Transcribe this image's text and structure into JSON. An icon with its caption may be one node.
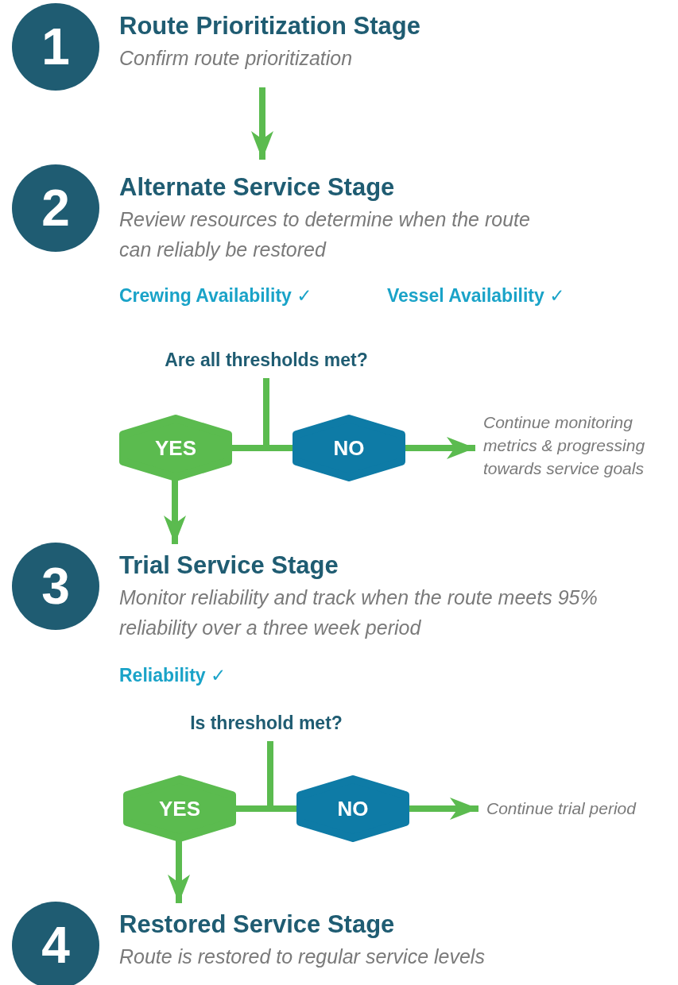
{
  "diagram": {
    "nodes": [
      {
        "text": [
          "1",
          "Route Prioritization Stage",
          "Confirm route prioritization"
        ]
      },
      {
        "text": [
          "2",
          "Alternate Service Stage",
          "Review resources to determine when the route can reliably be restored"
        ]
      },
      {
        "text": [
          "Are all thresholds met?"
        ]
      },
      {
        "text": [
          "YES"
        ]
      },
      {
        "text": [
          "NO"
        ]
      },
      {
        "text": [
          "Continue monitoring metrics & progressing towards service goals"
        ]
      },
      {
        "text": [
          "3",
          "Trial Service Stage",
          "Monitor reliability and track when the route meets 95% reliability over a three week period"
        ]
      },
      {
        "text": [
          "Is threshold met?"
        ]
      },
      {
        "text": [
          "YES"
        ]
      },
      {
        "text": [
          "NO"
        ]
      },
      {
        "text": [
          "Continue trial period"
        ]
      },
      {
        "text": [
          "4",
          "Restored Service Stage",
          "Route is restored to regular service levels"
        ]
      }
    ],
    "edges": [
      {
        "from": 0,
        "to": 1,
        "arrow": "to"
      },
      {
        "from": 2,
        "to": 3,
        "arrow": "none"
      },
      {
        "from": 2,
        "to": 4,
        "arrow": "none"
      },
      {
        "from": 4,
        "to": 5,
        "arrow": "to"
      },
      {
        "from": 3,
        "to": 6,
        "arrow": "to"
      },
      {
        "from": 7,
        "to": 8,
        "arrow": "none"
      },
      {
        "from": 7,
        "to": 9,
        "arrow": "none"
      },
      {
        "from": 9,
        "to": 10,
        "arrow": "to"
      },
      {
        "from": 8,
        "to": 11,
        "arrow": "to"
      }
    ],
    "labels": [
      "Crewing Availability ✓",
      "Vessel Availability ✓",
      "Reliability ✓"
    ]
  }
}
